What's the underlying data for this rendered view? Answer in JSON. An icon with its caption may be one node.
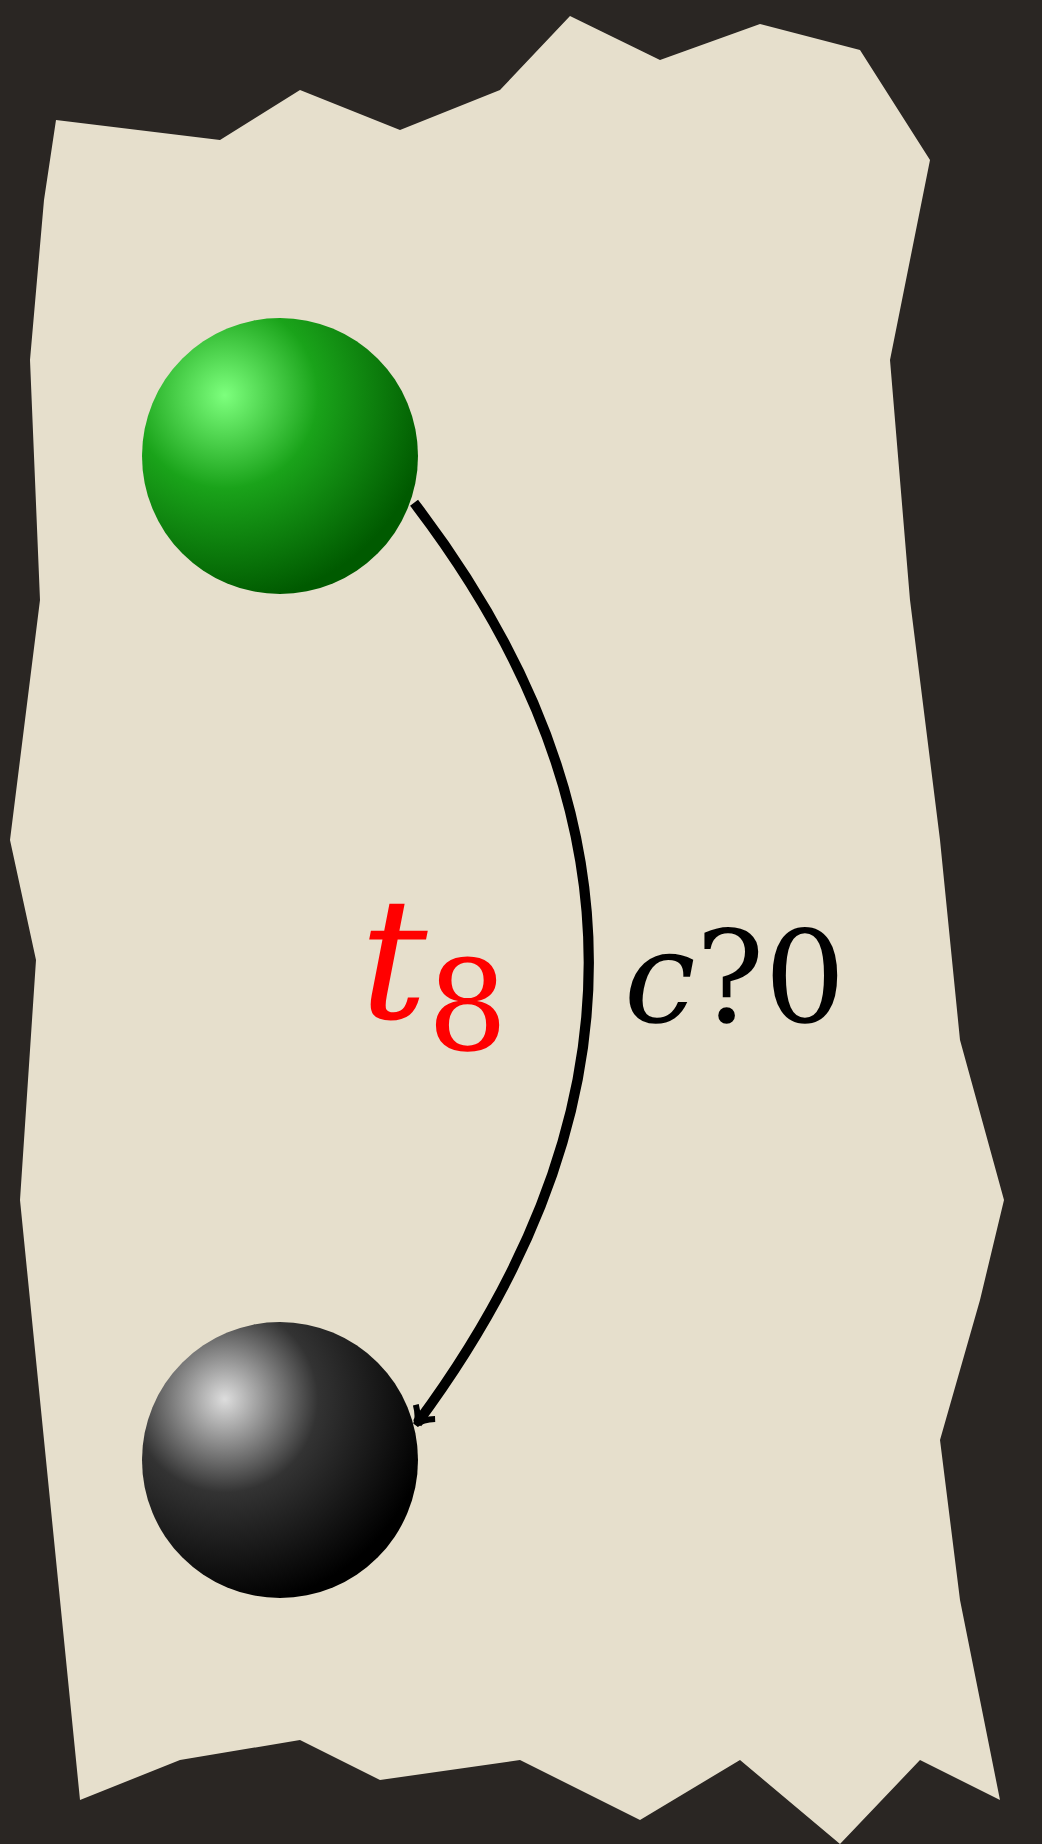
{
  "diagram": {
    "nodes": [
      {
        "text": [],
        "shape": "circle"
      },
      {
        "text": [],
        "shape": "circle"
      }
    ],
    "edges": [
      {
        "from": 0,
        "to": 1,
        "arrow": "to",
        "label": "*c*?0"
      }
    ],
    "labels": [
      "*t*$_{8}$"
    ]
  }
}
